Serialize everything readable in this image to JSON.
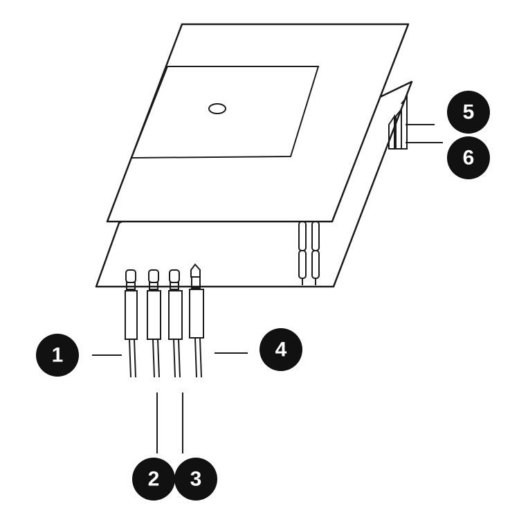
{
  "callouts": [
    {
      "id": "1",
      "label": "1"
    },
    {
      "id": "2",
      "label": "2"
    },
    {
      "id": "3",
      "label": "3"
    },
    {
      "id": "4",
      "label": "4"
    },
    {
      "id": "5",
      "label": "5"
    },
    {
      "id": "6",
      "label": "6"
    }
  ],
  "colors": {
    "callout_fill": "#111111",
    "callout_text": "#ffffff",
    "line": "#1a1a1a",
    "background": "#ffffff"
  }
}
